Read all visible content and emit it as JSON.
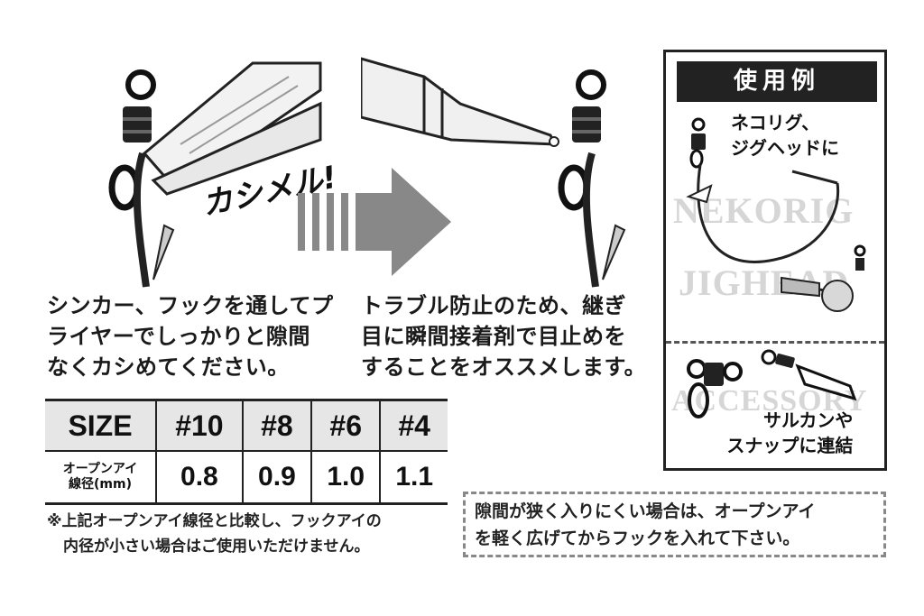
{
  "steps": {
    "step1_caption": [
      "シンカー、フックを通してプ",
      "ライヤーでしっかりと隙間",
      "なくカシめてください。"
    ],
    "step1_callout": "カシメル!",
    "step2_caption": [
      "トラブル防止のため、継ぎ",
      "目に瞬間接着剤で目止めを",
      "することをオススメします。"
    ]
  },
  "size_table": {
    "header_label": "SIZE",
    "sizes": [
      "#10",
      "#8",
      "#6",
      "#4"
    ],
    "row_label_lines": [
      "オープンアイ",
      "線径(mm)"
    ],
    "values": [
      "0.8",
      "0.9",
      "1.0",
      "1.1"
    ]
  },
  "footnote": [
    "※上記オープンアイ線径と比較し、フックアイの",
    "内径が小さい場合はご使用いただけません。"
  ],
  "tip_box": [
    "隙間が狭く入りにくい場合は、オープンアイ",
    "を軽く広げてからフックを入れて下さい。"
  ],
  "example_panel": {
    "title": "使用例",
    "upper_text": [
      "ネコリグ、",
      "ジグヘッドに"
    ],
    "upper_watermarks": [
      "NEKORIG",
      "JIGHEAD"
    ],
    "lower_watermark": "ACCESSORY",
    "lower_text": [
      "サルカンや",
      "スナップに連結"
    ]
  },
  "icons": [
    "swivel-icon",
    "pliers-icon",
    "glue-nozzle-icon",
    "arrow-right-icon",
    "hook-icon",
    "snap-swivel-icon"
  ]
}
